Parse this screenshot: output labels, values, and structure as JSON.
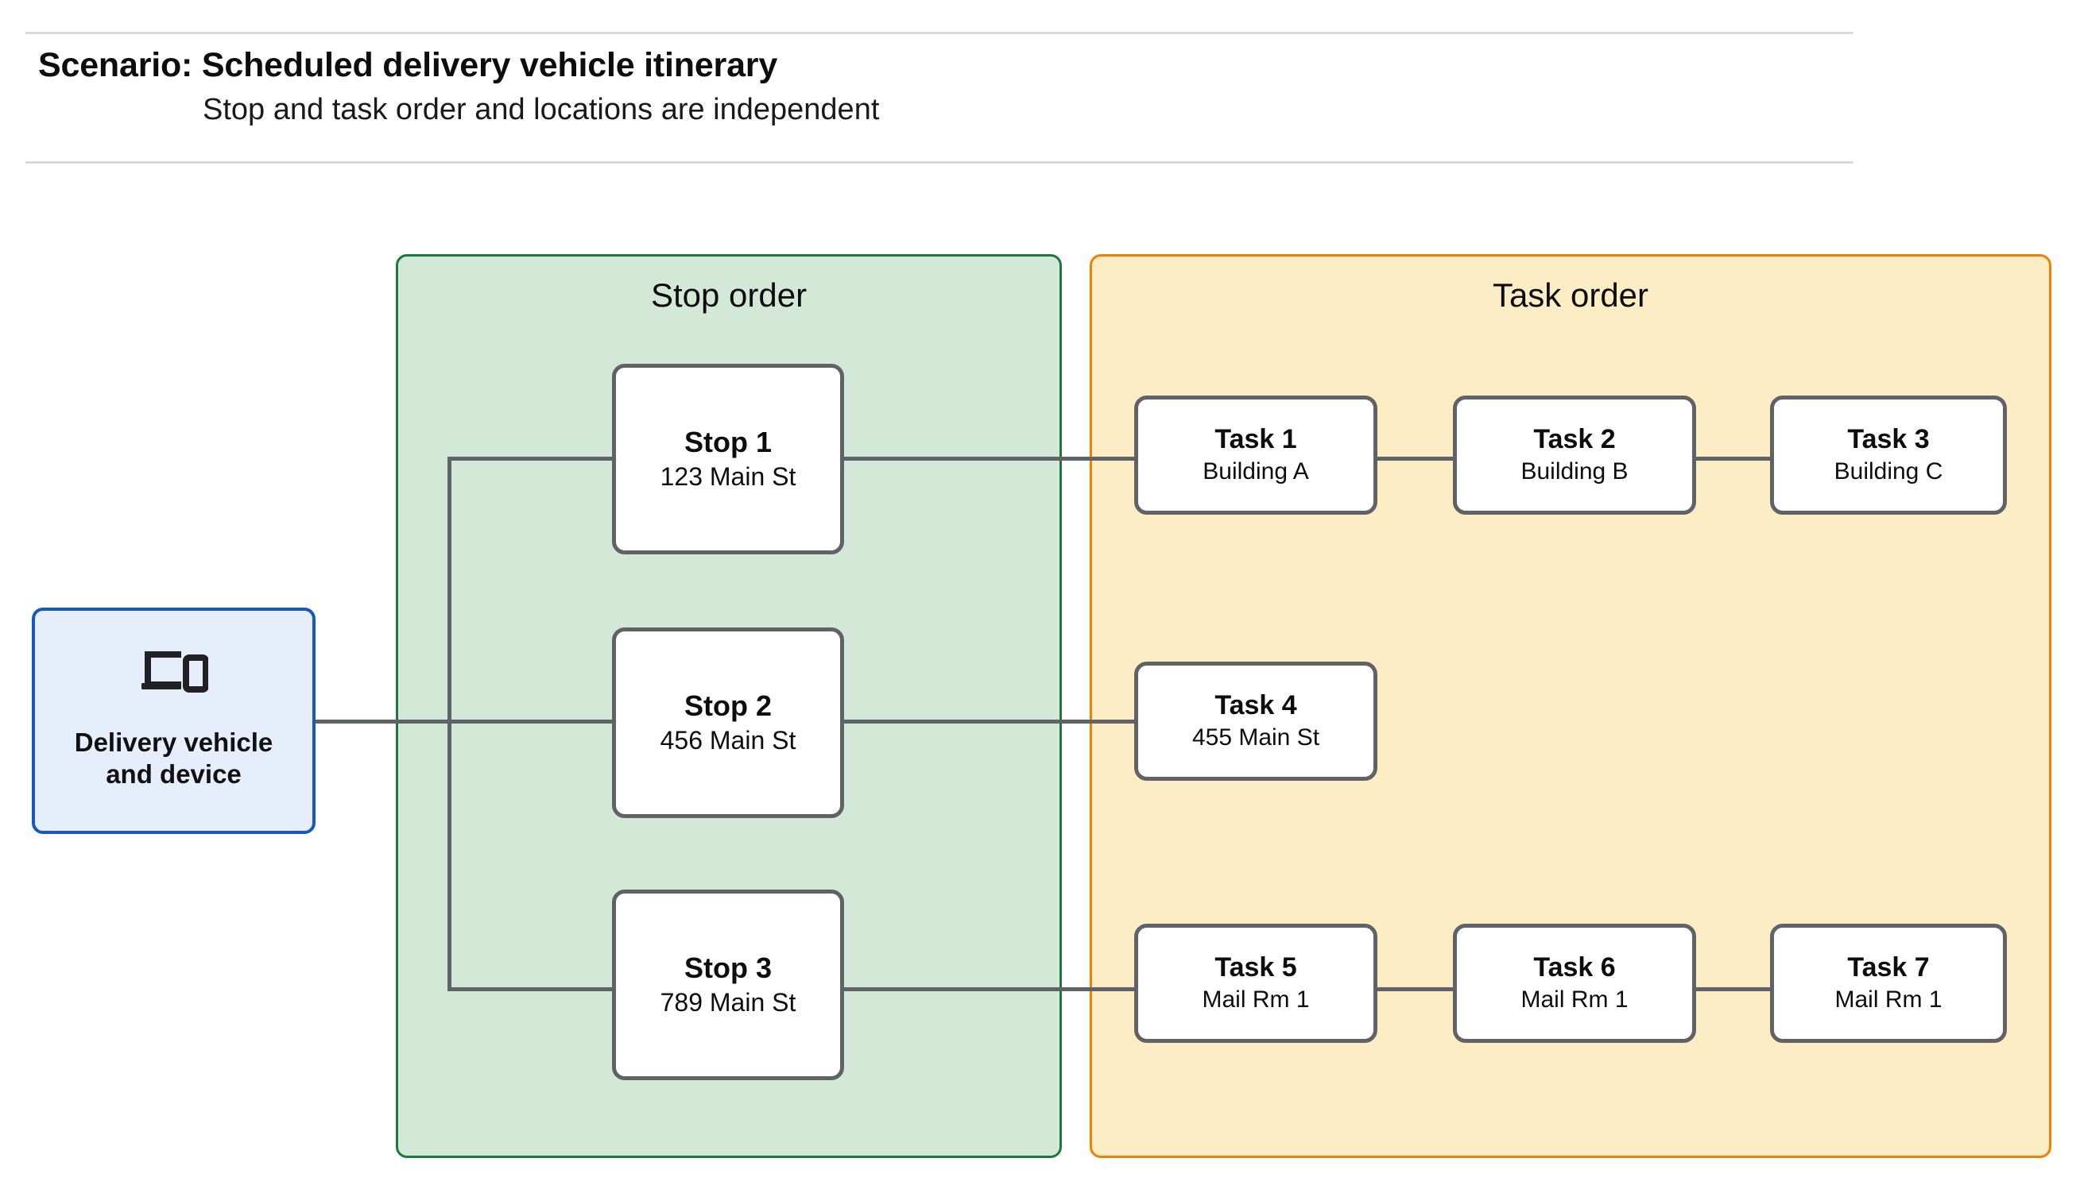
{
  "header": {
    "title": "Scenario: Scheduled delivery vehicle itinerary",
    "subtitle": "Stop and task order and locations are independent"
  },
  "device": {
    "icon": "laptop-and-phone-icon",
    "label": "Delivery vehicle\nand device",
    "label_line1": "Delivery vehicle",
    "label_line2": "and device",
    "border_color": "#1559c0",
    "fill_color": "#e6edfb"
  },
  "panels": [
    {
      "id": "stop-order",
      "title": "Stop order",
      "border_color": "#1b7a39",
      "fill_color": "#d3e8d6"
    },
    {
      "id": "task-order",
      "title": "Task order",
      "border_color": "#f08000",
      "fill_color": "#fcedc4"
    }
  ],
  "stops": [
    {
      "title": "Stop 1",
      "location": "123 Main St"
    },
    {
      "title": "Stop 2",
      "location": "456 Main St"
    },
    {
      "title": "Stop 3",
      "location": "789 Main St"
    }
  ],
  "tasks": [
    {
      "title": "Task 1",
      "location": "Building A"
    },
    {
      "title": "Task 2",
      "location": "Building B"
    },
    {
      "title": "Task 3",
      "location": "Building C"
    },
    {
      "title": "Task 4",
      "location": "455 Main St"
    },
    {
      "title": "Task 5",
      "location": "Mail Rm 1"
    },
    {
      "title": "Task 6",
      "location": "Mail Rm 1"
    },
    {
      "title": "Task 7",
      "location": "Mail Rm 1"
    }
  ],
  "connector_color": "#5f6368",
  "divider_color": "#d9d9d9"
}
